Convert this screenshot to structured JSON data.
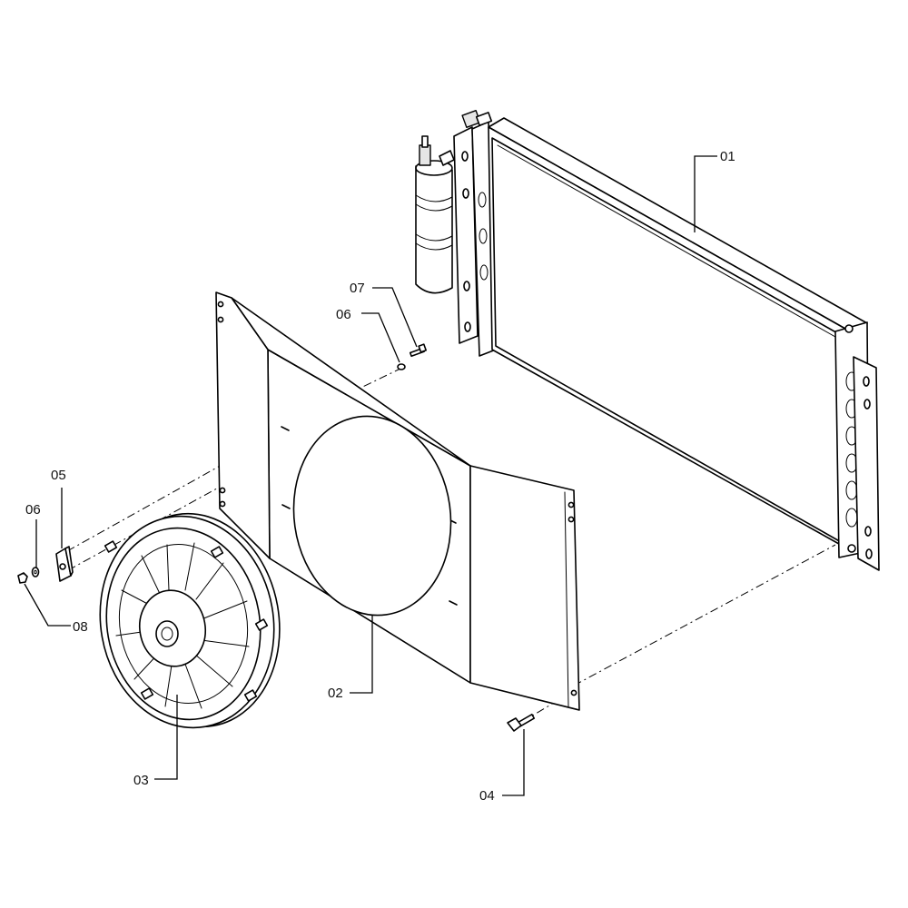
{
  "callouts": {
    "c01": "01",
    "c02": "02",
    "c03": "03",
    "c04": "04",
    "c05": "05",
    "c06a": "06",
    "c06b": "06",
    "c07": "07",
    "c08": "08"
  },
  "colors": {
    "line": "#000000",
    "background": "#ffffff"
  }
}
